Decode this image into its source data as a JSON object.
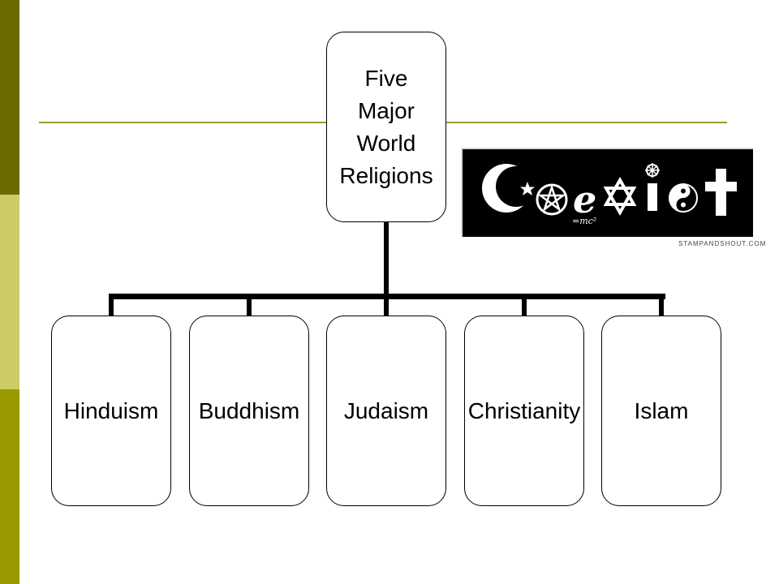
{
  "diagram": {
    "root": {
      "lines": [
        "Five",
        "Major",
        "World",
        "Religions"
      ]
    },
    "children": [
      {
        "label": "Hinduism"
      },
      {
        "label": "Buddhism"
      },
      {
        "label": "Judaism"
      },
      {
        "label": "Christianity"
      },
      {
        "label": "Islam"
      }
    ]
  },
  "coexist_sticker": {
    "letters": [
      "C",
      "e",
      "I",
      "S",
      "t"
    ],
    "equation": "=mc²",
    "credit": "STAMPANDSHOUT.COM",
    "background_color": "#000000",
    "foreground_color": "#ffffff"
  }
}
